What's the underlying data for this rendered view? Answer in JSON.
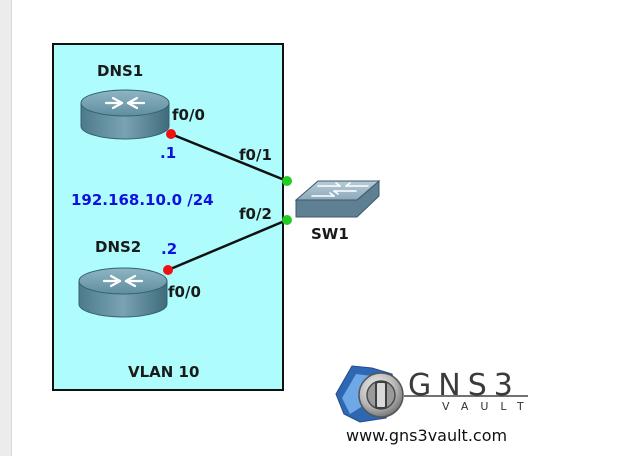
{
  "diagram": {
    "vlan_label": "VLAN 10",
    "subnet": "192.168.10.0 /24",
    "routers": [
      {
        "name": "DNS1",
        "interface": "f0/0",
        "ip_suffix": ".1"
      },
      {
        "name": "DNS2",
        "interface": "f0/0",
        "ip_suffix": ".2"
      }
    ],
    "switch": {
      "name": "SW1",
      "ports": [
        "f0/1",
        "f0/2"
      ]
    },
    "colors": {
      "vlan_fill": "#aefcfc",
      "router_endpoint": "#ee1111",
      "switch_endpoint": "#22cc22",
      "link": "#111111",
      "ip_text": "#1010e0"
    }
  },
  "branding": {
    "logo_word": "GNS3",
    "logo_sub": "VAULT",
    "url": "www.gns3vault.com"
  }
}
